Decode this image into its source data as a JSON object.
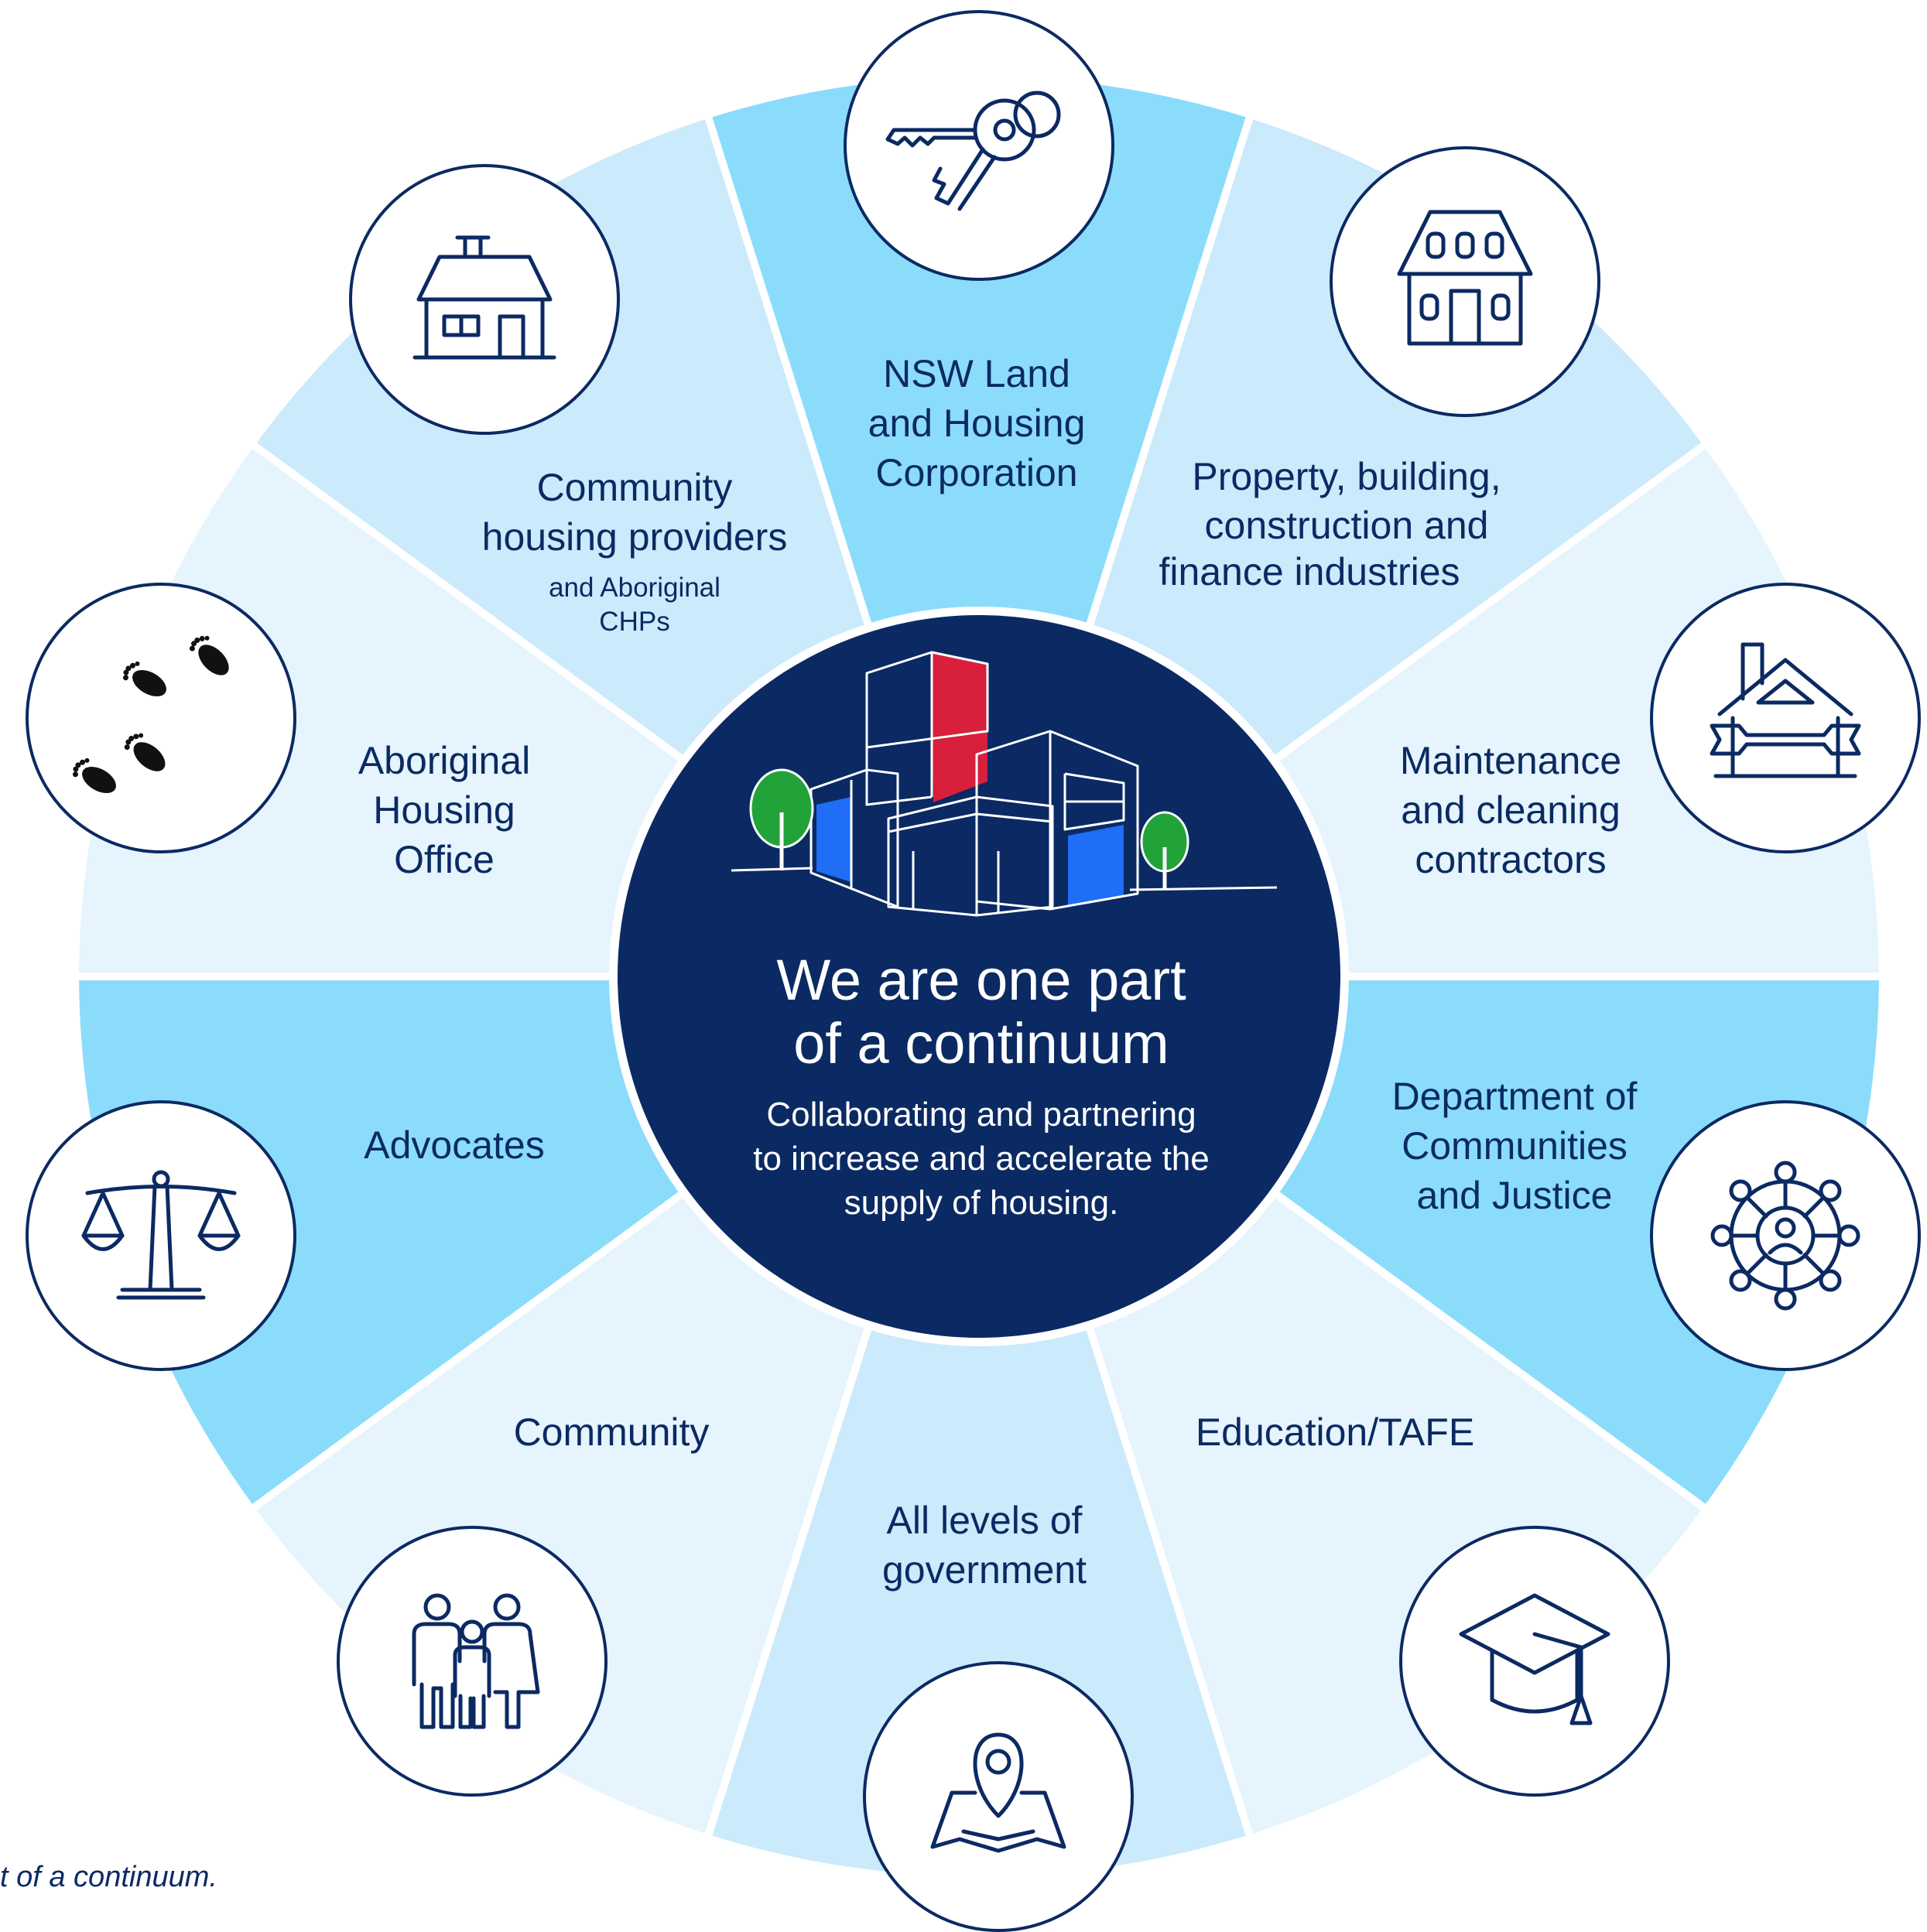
{
  "center": {
    "title_line1": "We are one part",
    "title_line2": "of a continuum",
    "subtitle_line1": "Collaborating and partnering",
    "subtitle_line2": "to increase and accelerate the",
    "subtitle_line3": "supply of housing."
  },
  "segments": [
    {
      "id": "lahc",
      "lines": [
        "NSW Land",
        "and Housing",
        "Corporation"
      ],
      "sublines": [],
      "icon": "keys-icon"
    },
    {
      "id": "property",
      "lines": [
        "Property, building,",
        "construction and",
        "finance industries"
      ],
      "sublines": [],
      "icon": "townhouse-icon"
    },
    {
      "id": "maintenance",
      "lines": [
        "Maintenance",
        "and cleaning",
        "contractors"
      ],
      "sublines": [],
      "icon": "house-wrench-icon"
    },
    {
      "id": "dcj",
      "lines": [
        "Department of",
        "Communities",
        "and Justice"
      ],
      "sublines": [],
      "icon": "network-person-icon"
    },
    {
      "id": "education",
      "lines": [
        "Education/TAFE"
      ],
      "sublines": [],
      "icon": "graduation-cap-icon"
    },
    {
      "id": "government",
      "lines": [
        "All levels of",
        "government"
      ],
      "sublines": [],
      "icon": "map-pin-icon"
    },
    {
      "id": "community",
      "lines": [
        "Community"
      ],
      "sublines": [],
      "icon": "family-icon"
    },
    {
      "id": "advocates",
      "lines": [
        "Advocates"
      ],
      "sublines": [],
      "icon": "scales-icon"
    },
    {
      "id": "aho",
      "lines": [
        "Aboriginal",
        "Housing",
        "Office"
      ],
      "sublines": [],
      "icon": "footprints-icon"
    },
    {
      "id": "chp",
      "lines": [
        "Community",
        "housing providers"
      ],
      "sublines": [
        "and Aboriginal",
        "CHPs"
      ],
      "icon": "house-icon"
    }
  ],
  "caption": "t of a continuum.",
  "colors": {
    "navy": "#0b2a63",
    "bright": "#8bdcfb",
    "mid": "#cbeafb",
    "pale": "#e5f4fd",
    "red": "#d81f3c",
    "blue": "#1f6ef5",
    "green": "#22a33a"
  }
}
